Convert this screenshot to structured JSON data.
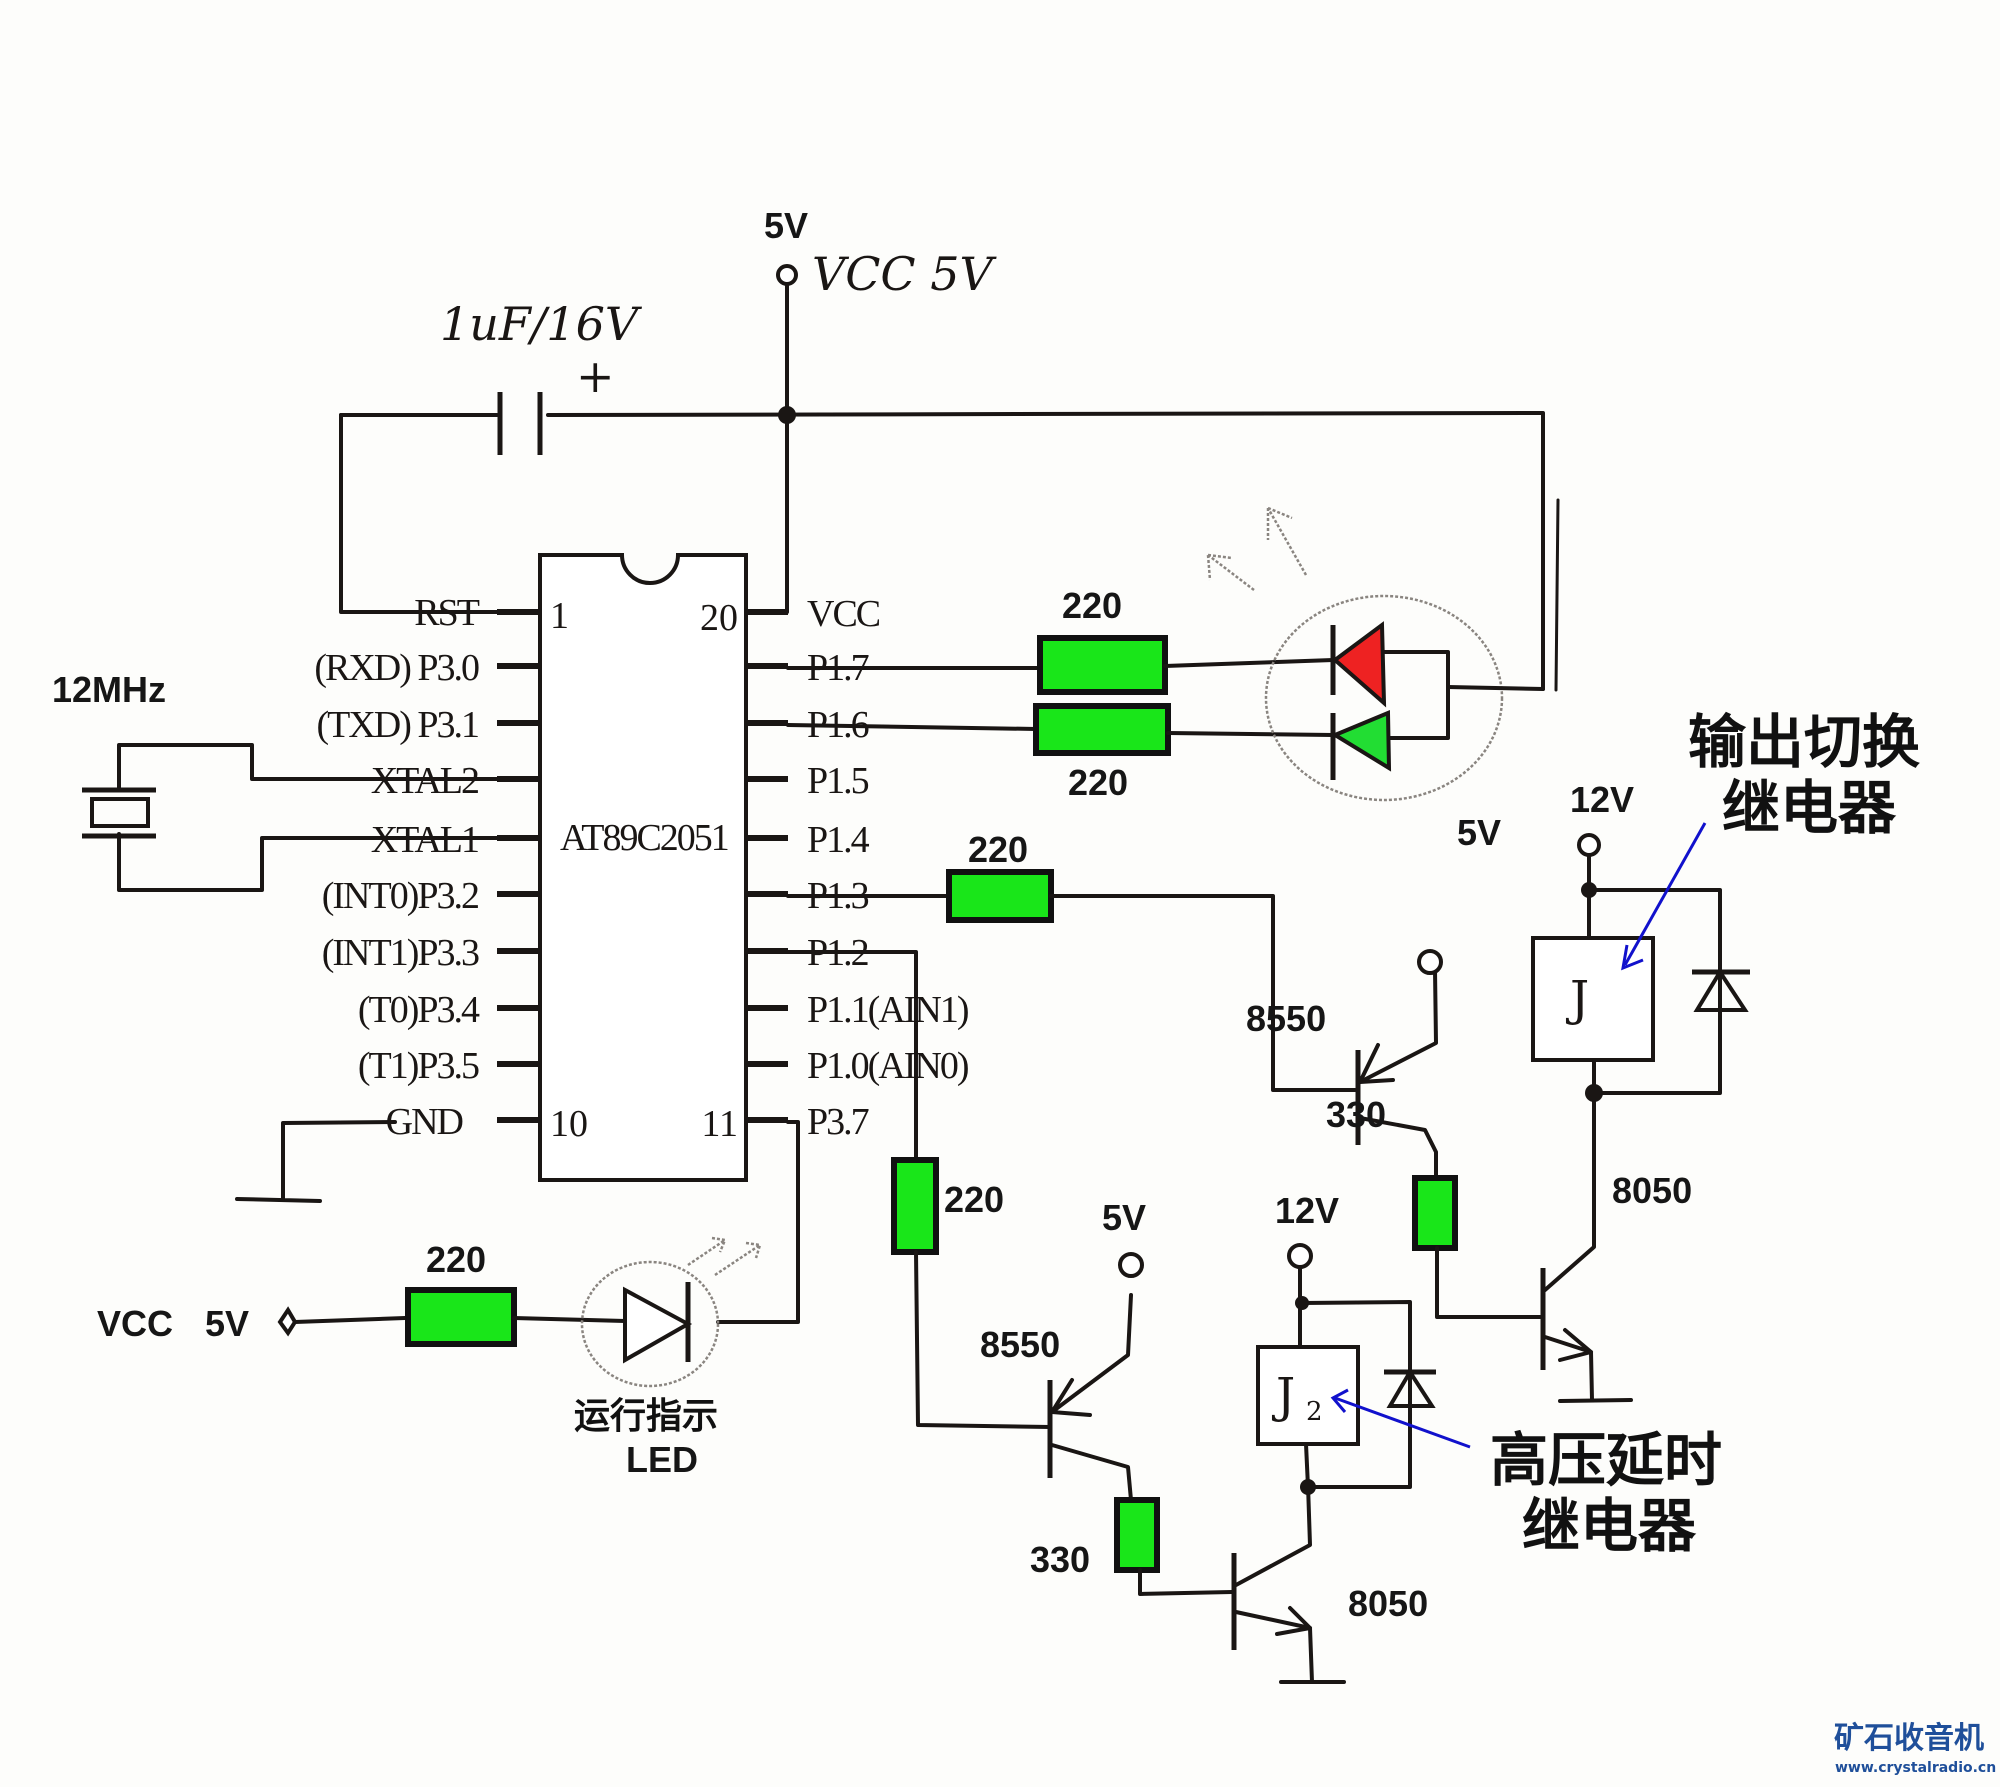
{
  "title": "AT89C2051 relay control schematic",
  "colors": {
    "resistor_fill": "#19e619",
    "led_red": "#ee2222",
    "led_green": "#22dd33",
    "arrow_blue": "#1111cc",
    "watermark": "#1f4f9a"
  },
  "power": {
    "top_supply_label": "5V",
    "top_supply_handwritten": "VCC 5V",
    "capacitor_label": "1uF/16V",
    "capacitor_polarity": "+"
  },
  "crystal": {
    "label": "12MHz"
  },
  "ic": {
    "part": "AT89C2051",
    "left_pins": [
      {
        "num": "1",
        "label": "RST"
      },
      {
        "num": "",
        "label": "(RXD) P3.0"
      },
      {
        "num": "",
        "label": "(TXD) P3.1"
      },
      {
        "num": "",
        "label": "XTAL2"
      },
      {
        "num": "",
        "label": "XTAL1"
      },
      {
        "num": "",
        "label": "(INT0)P3.2"
      },
      {
        "num": "",
        "label": "(INT1)P3.3"
      },
      {
        "num": "",
        "label": "(T0)P3.4"
      },
      {
        "num": "",
        "label": "(T1)P3.5"
      },
      {
        "num": "10",
        "label": "GND"
      }
    ],
    "right_pins": [
      {
        "num": "20",
        "label": "VCC"
      },
      {
        "num": "",
        "label": "P1.7"
      },
      {
        "num": "",
        "label": "P1.6"
      },
      {
        "num": "",
        "label": "P1.5"
      },
      {
        "num": "",
        "label": "P1.4"
      },
      {
        "num": "",
        "label": "P1.3"
      },
      {
        "num": "",
        "label": "P1.2"
      },
      {
        "num": "",
        "label": "P1.1(AIN1)"
      },
      {
        "num": "",
        "label": "P1.0(AIN0)"
      },
      {
        "num": "11",
        "label": "P3.7"
      }
    ]
  },
  "resistors": {
    "r_p17": "220",
    "r_p16": "220",
    "r_p13": "220",
    "r_p12": "220",
    "r_led": "220",
    "r_base1": "330",
    "r_base2": "330"
  },
  "run_led": {
    "supply_vcc": "VCC",
    "supply_5v": "5V",
    "caption_line1": "运行指示",
    "caption_line2": "LED"
  },
  "relay_stage_1": {
    "pnp": "8550",
    "npn": "8050",
    "pnp_supply": "5V",
    "relay_supply": "12V",
    "relay_label": "J",
    "annotation_line1": "输出切换",
    "annotation_line2": "继电器"
  },
  "relay_stage_2": {
    "pnp": "8550",
    "npn": "8050",
    "pnp_supply": "5V",
    "relay_supply": "12V",
    "relay_label": "J",
    "relay_label_sub": "2",
    "annotation_line1": "高压延时",
    "annotation_line2": "继电器"
  },
  "watermark": {
    "title": "矿石收音机",
    "url": "www.crystalradio.cn"
  }
}
